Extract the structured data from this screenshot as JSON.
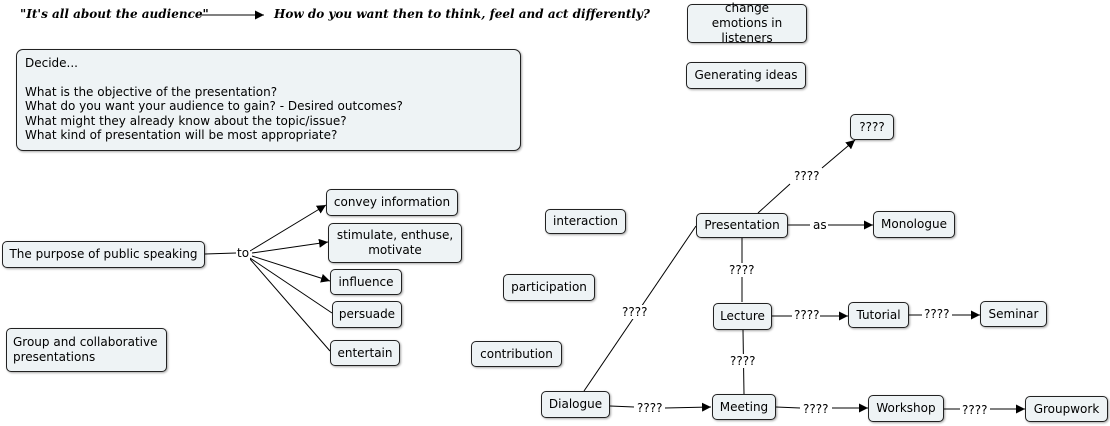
{
  "header": {
    "quote": "\"It's all about the audience\"",
    "question": "How do you want then to think, feel and act differently?"
  },
  "notes": {
    "lines": [
      "Decide...",
      "",
      "What is the objective of the presentation?",
      "What do you want your audience to gain? - Desired outcomes?",
      "What might they already know about the topic/issue?",
      "What kind of presentation will be most appropriate?"
    ]
  },
  "nodes": {
    "change_emotions": "change emotions in listeners",
    "generating_ideas": "Generating ideas",
    "question_top": "????",
    "purpose": "The purpose of public speaking",
    "convey": "convey information",
    "stimulate": "stimulate, enthuse, motivate",
    "influence": "influence",
    "persuade": "persuade",
    "entertain": "entertain",
    "group": "Group and collaborative presentations",
    "interaction": "interaction",
    "participation": "participation",
    "contribution": "contribution",
    "presentation": "Presentation",
    "monologue": "Monologue",
    "lecture": "Lecture",
    "tutorial": "Tutorial",
    "seminar": "Seminar",
    "dialogue": "Dialogue",
    "meeting": "Meeting",
    "workshop": "Workshop",
    "groupwork": "Groupwork"
  },
  "links": {
    "to": "to",
    "as": "as",
    "q_pres_top": "????",
    "q_pres_lect": "????",
    "q_dialogue_pres": "????",
    "q_lect_tut": "????",
    "q_tut_sem": "????",
    "q_lect_meet": "????",
    "q_dia_meet": "????",
    "q_meet_work": "????",
    "q_work_group": "????"
  }
}
